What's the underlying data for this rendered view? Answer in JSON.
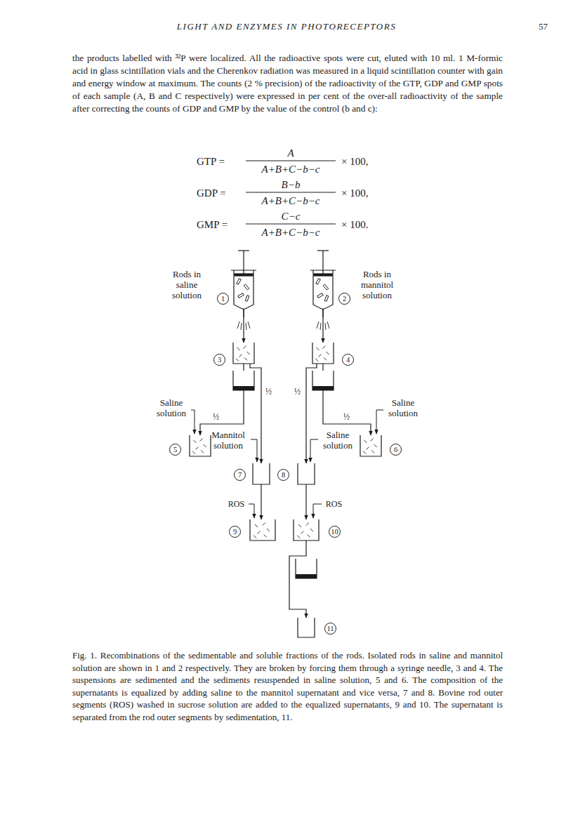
{
  "diagram": {
    "caption": "Fig. 1. Recombinations of the sedimentable and soluble fractions of the rods. Isolated rods in saline and mannitol solution are shown in 1 and 2 respectively. They are broken by forcing them through a syringe needle, 3 and 4. The suspensions are sedimented and the sediments resuspended in saline solution, 5 and 6. The composition of the supernatants is equalized by adding saline to the mannitol supernatant and vice versa, 7 and 8. Bovine rod outer segments (ROS) washed in sucrose solution are added to the equalized supernatants, 9 and 10. The supernatant is separated from the rod outer segments by sedimentation, 11.",
    "nodes": [
      {
        "text": [
          "Rods in saline solution",
          "1"
        ]
      },
      {
        "text": [
          "2",
          "Rods in mannitol solution"
        ]
      },
      {
        "text": [
          "3"
        ]
      },
      {
        "text": [
          "4"
        ]
      },
      {
        "text": [
          "5"
        ]
      },
      {
        "text": [
          "6"
        ]
      },
      {
        "text": [
          "7"
        ]
      },
      {
        "text": [
          "8"
        ]
      },
      {
        "text": [
          "9"
        ]
      },
      {
        "text": [
          "10"
        ]
      },
      {
        "text": [
          "11"
        ]
      }
    ],
    "edges": [
      {
        "from": 0,
        "to": 2,
        "arrow": "to"
      },
      {
        "from": 1,
        "to": 3,
        "arrow": "to"
      },
      {
        "from": 2,
        "to": 4,
        "label": "½",
        "arrow": "to"
      },
      {
        "from": 2,
        "to": 6,
        "label": "½",
        "arrow": "to"
      },
      {
        "from": 3,
        "to": 5,
        "label": "½",
        "arrow": "to"
      },
      {
        "from": 3,
        "to": 7,
        "label": "½",
        "arrow": "to"
      },
      {
        "from": 6,
        "to": 8,
        "arrow": "to"
      },
      {
        "from": 7,
        "to": 9,
        "arrow": "to"
      },
      {
        "from": 9,
        "to": 10,
        "arrow": "to"
      }
    ],
    "labels": [
      "LIGHT AND ENZYMES IN PHOTORECEPTORS",
      "57",
      "the products labelled with ³²P were localized. All the radioactive spots were cut, eluted with 10 ml. 1 M-formic acid in glass scintillation vials and the Cherenkov radiation was measured in a liquid scintillation counter with gain and energy window at maximum. The counts (2 % precision) of the radioactivity of the GTP, GDP and GMP spots of each sample (A, B and C respectively) were expressed in per cent of the over-all radioactivity of the sample after correcting the counts of GDP and GMP by the value of the control (b and c):",
      "GTP =",
      "A",
      "A+B+C−b−c",
      "× 100,",
      "GDP =",
      "B−b",
      "A+B+C−b−c",
      "× 100,",
      "GMP =",
      "C−c",
      "A+B+C−b−c",
      "× 100.",
      "Saline solution",
      "Mannitol solution",
      "Saline solution",
      "Saline solution",
      "ROS",
      "ROS"
    ]
  }
}
